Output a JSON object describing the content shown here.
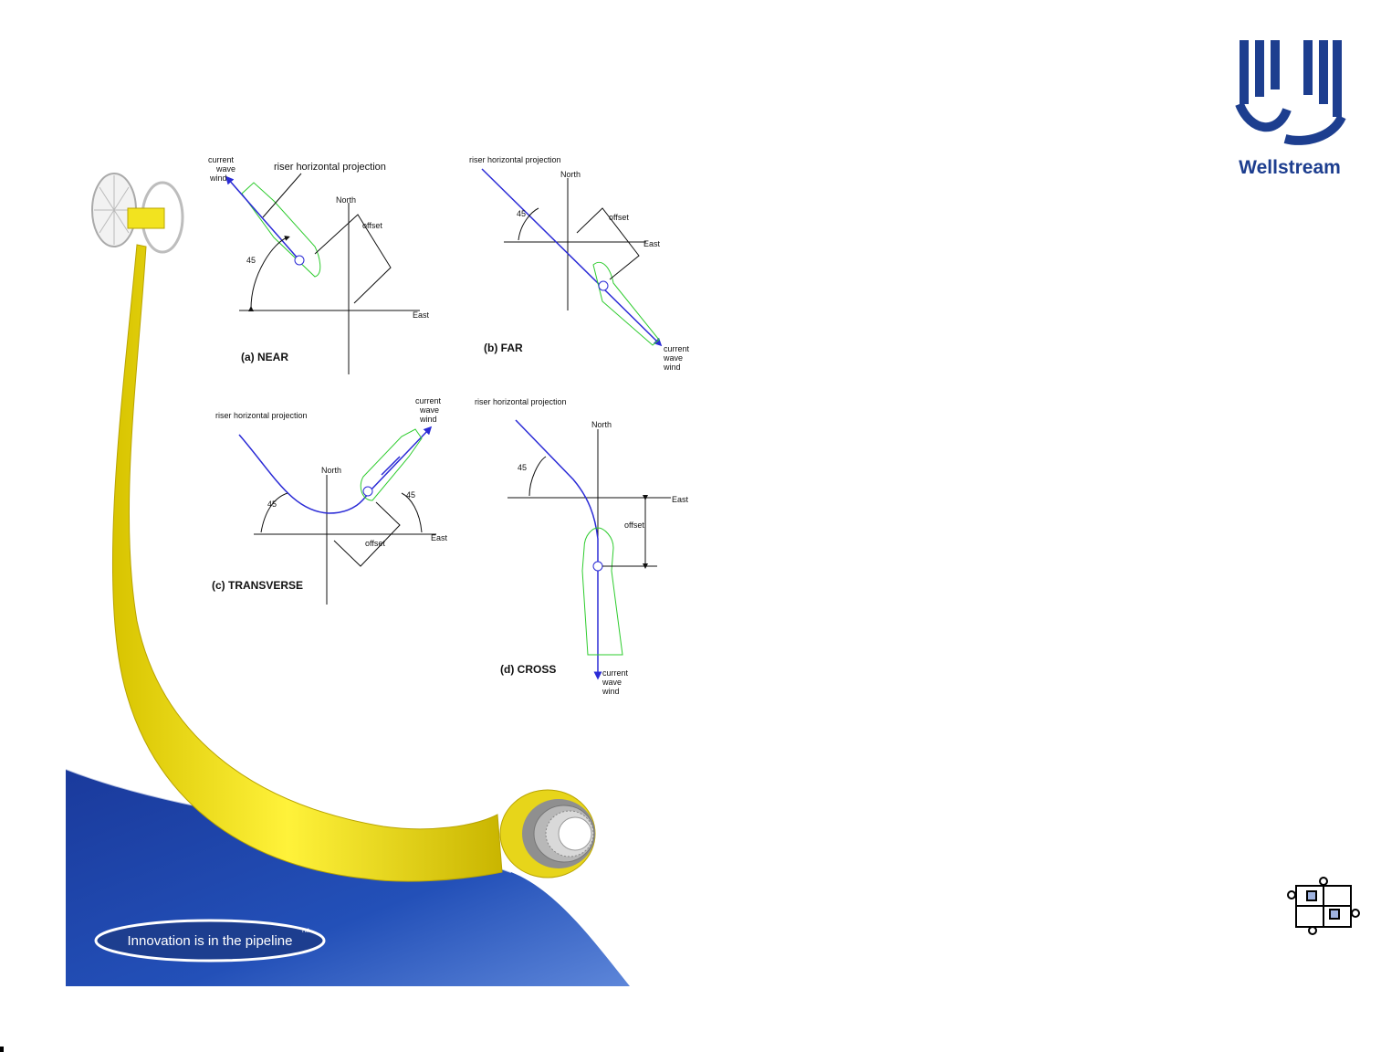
{
  "brand": {
    "name": "Wellstream",
    "slogan": "Innovation is in the pipeline",
    "trademark": "TM",
    "color": "#1d3e8f"
  },
  "diagrams": {
    "near": {
      "caption": "(a)  NEAR",
      "env_labels": [
        "current",
        "wave",
        "wind"
      ],
      "projection_label": "riser  horizontal  projection",
      "north": "North",
      "east": "East",
      "offset": "offset",
      "angle": "45"
    },
    "far": {
      "caption": "(b) FAR",
      "projection_label": "riser horizontal projection",
      "north": "North",
      "east": "East",
      "offset": "offset",
      "angle": "45",
      "env_labels": [
        "current",
        "wave",
        "wind"
      ]
    },
    "transverse": {
      "caption": "(c) TRANSVERSE",
      "projection_label": "riser horizontal projection",
      "env_labels": [
        "current",
        "wave",
        "wind"
      ],
      "north": "North",
      "east": "East",
      "offset": "offset",
      "angle_left": "45",
      "angle_right": "45"
    },
    "cross": {
      "caption": "(d) CROSS",
      "projection_label": "riser horizontal projection",
      "north": "North",
      "east": "East",
      "offset": "offset",
      "angle": "45",
      "env_labels": [
        "current",
        "wave",
        "wind"
      ]
    }
  },
  "colors": {
    "riser": "#2b2bd6",
    "vessel": "#2ecc2e",
    "pipe": "#f2e31f",
    "wave_dark": "#1a3a9c",
    "wave_light": "#5d86d9"
  },
  "icons": [
    "reel-icon",
    "puzzle-icon",
    "wellstream-logo-icon"
  ]
}
